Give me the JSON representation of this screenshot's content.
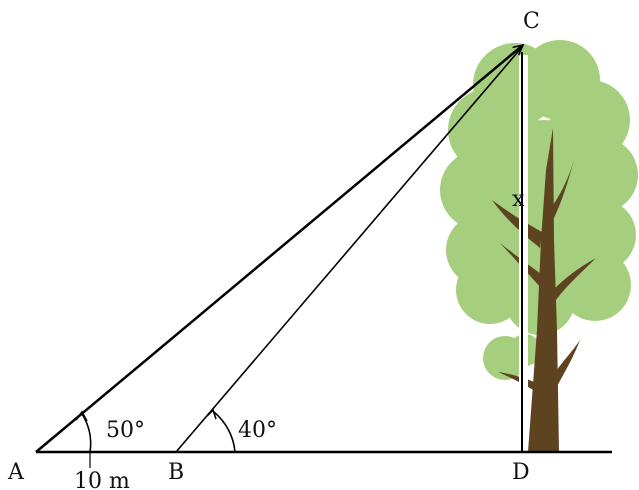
{
  "points": {
    "A": "A",
    "B": "B",
    "C": "C",
    "D": "D"
  },
  "labels": {
    "angle_a": "50°",
    "angle_b": "40°",
    "height": "x",
    "distance_ab": "10 m"
  },
  "colors": {
    "foliage": "#a5cf7e",
    "trunk": "#5e4321",
    "line": "#000000"
  }
}
